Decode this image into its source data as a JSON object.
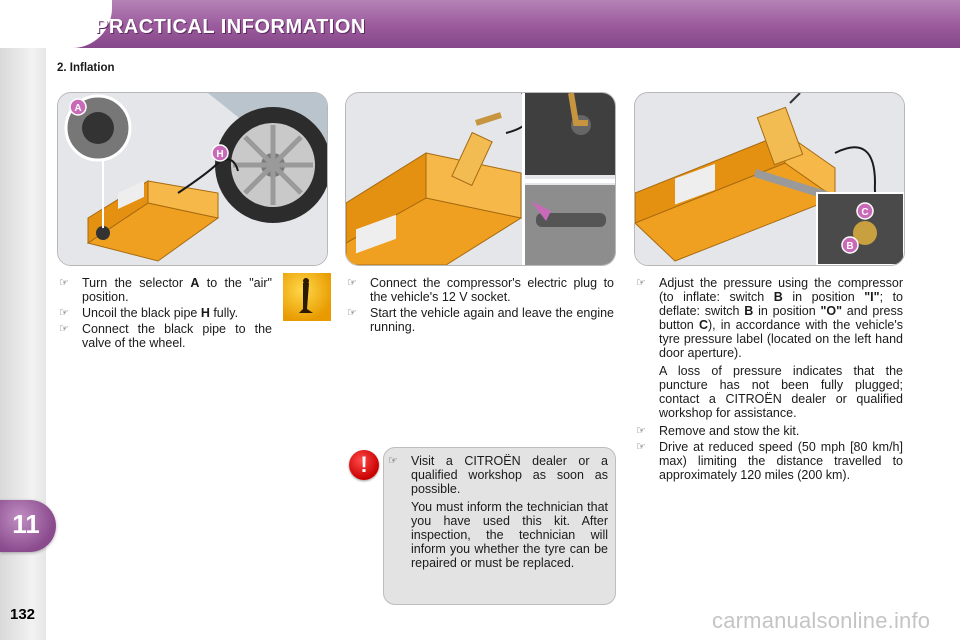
{
  "header": {
    "title": "PRACTICAL INFORMATION"
  },
  "sidebar": {
    "chapter": "11",
    "page_number": "132"
  },
  "section": {
    "title": "2. Inflation"
  },
  "icons": {
    "bullet": "pointing-finger-icon",
    "info": "manual-page-icon",
    "warning": "exclamation-warning-icon"
  },
  "colors": {
    "header": "#9a5a9c",
    "compressor": "#f0a020",
    "warning": "#c80000",
    "highlight_pink": "#c86ab8"
  },
  "photos": {
    "photo1": {
      "callouts": [
        "A",
        "H"
      ]
    },
    "photo3": {
      "callouts": [
        "C",
        "B"
      ]
    }
  },
  "col1": {
    "items": [
      {
        "pre": "Turn the selector ",
        "key": "A",
        "post": " to the \"air\" position."
      },
      {
        "pre": "Uncoil the black pipe ",
        "key": "H",
        "post": " fully."
      },
      {
        "pre": "Connect the black pipe to the valve of the wheel.",
        "key": "",
        "post": ""
      }
    ]
  },
  "col2": {
    "items": [
      "Connect the compressor's electric plug to the vehicle's 12 V socket.",
      "Start the vehicle again and leave the engine running."
    ]
  },
  "col3": {
    "adjust": {
      "t1": "Adjust the pressure using the compressor (to inflate: switch ",
      "k1": "B",
      "t2": " in position ",
      "k2": "\"I\"",
      "t3": "; to deflate: switch ",
      "k3": "B",
      "t4": " in position ",
      "k4": "\"O\"",
      "t5": " and press button ",
      "k5": "C",
      "t6": "), in accordance with the vehicle's tyre pressure label (located on the left hand door aperture)."
    },
    "loss_note": "A loss of pressure indicates that the puncture has not been fully plugged; contact a CITROËN dealer or qualified workshop for assistance.",
    "items": [
      "Remove and stow the kit.",
      "Drive at reduced speed (50 mph [80 km/h] max) limiting the distance travelled to approximately 120 miles (200 km)."
    ]
  },
  "warning": {
    "item": "Visit a CITROËN dealer or a qualified workshop as soon as possible.",
    "note": "You must inform the technician that you have used this kit. After inspection, the technician will inform you whether the tyre can be repaired or must be replaced."
  },
  "watermark": "carmanualsonline.info"
}
